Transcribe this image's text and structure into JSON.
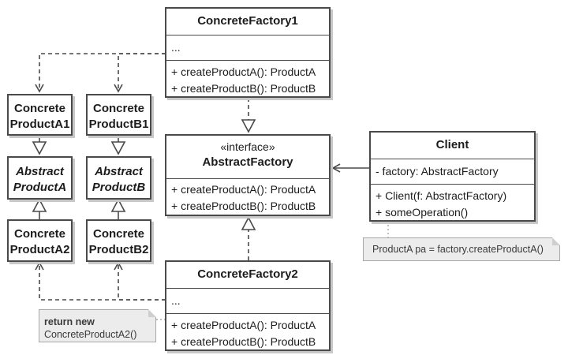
{
  "concrete_factory_1": {
    "name": "ConcreteFactory1",
    "fields": [
      "..."
    ],
    "methods": [
      "+ createProductA(): ProductA",
      "+ createProductB(): ProductB"
    ]
  },
  "abstract_factory": {
    "stereotype": "«interface»",
    "name": "AbstractFactory",
    "methods": [
      "+ createProductA(): ProductA",
      "+ createProductB(): ProductB"
    ]
  },
  "concrete_factory_2": {
    "name": "ConcreteFactory2",
    "fields": [
      "..."
    ],
    "methods": [
      "+ createProductA(): ProductA",
      "+ createProductB(): ProductB"
    ]
  },
  "client": {
    "name": "Client",
    "fields": [
      "- factory: AbstractFactory"
    ],
    "methods": [
      "+ Client(f: AbstractFactory)",
      "+ someOperation()"
    ]
  },
  "products": {
    "concrete_a1": [
      "Concrete",
      "ProductA1"
    ],
    "abstract_a": [
      "Abstract",
      "ProductA"
    ],
    "concrete_a2": [
      "Concrete",
      "ProductA2"
    ],
    "concrete_b1": [
      "Concrete",
      "ProductB1"
    ],
    "abstract_b": [
      "Abstract",
      "ProductB"
    ],
    "concrete_b2": [
      "Concrete",
      "ProductB2"
    ]
  },
  "notes": {
    "client_note": "ProductA pa = factory.createProductA()",
    "factory2_note_line1": "return new",
    "factory2_note_line2": "ConcreteProductA2()"
  },
  "colors": {
    "border": "#4a4a4a",
    "shadow": "#c8c8c8",
    "note_fill": "#ececec",
    "text": "#1c1c1c"
  }
}
